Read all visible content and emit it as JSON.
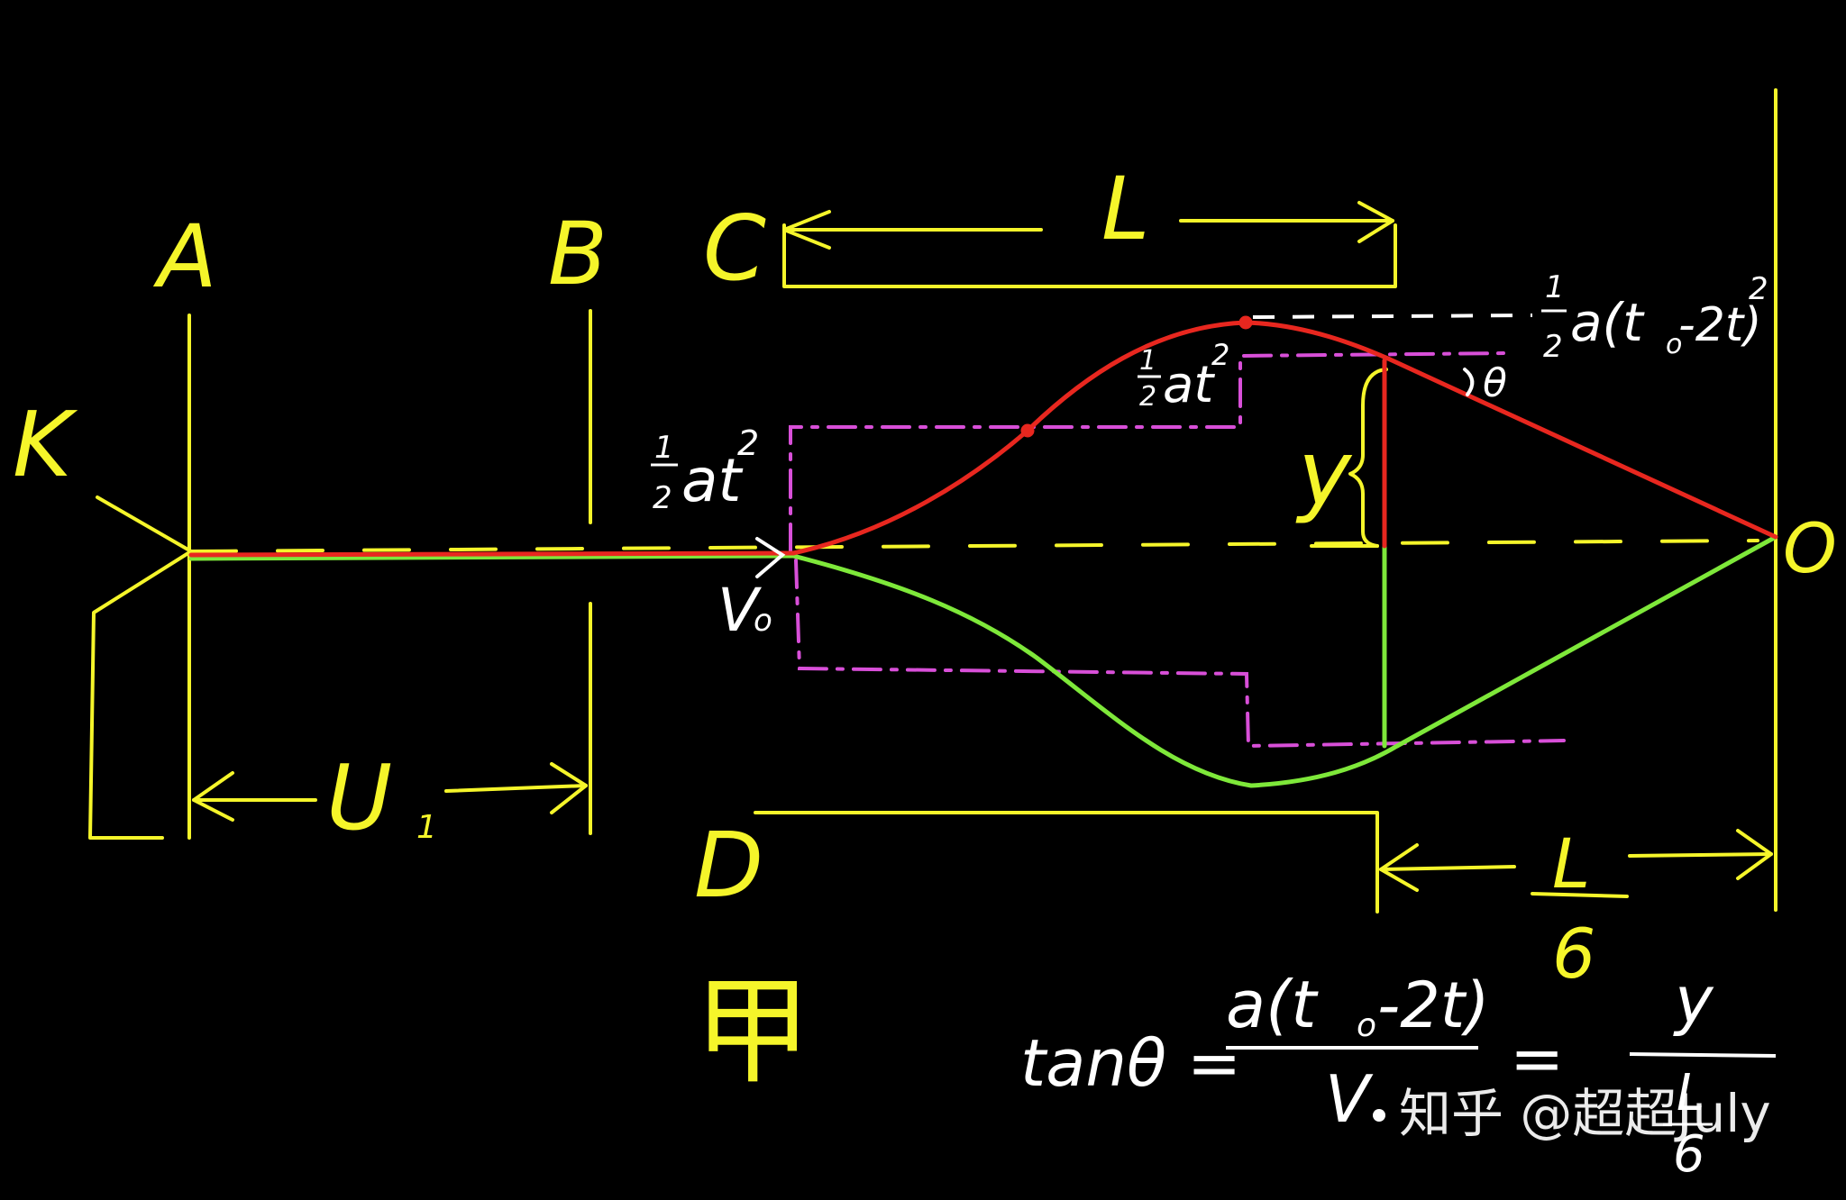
{
  "labels": {
    "A": "A",
    "B": "B",
    "C": "C",
    "D": "D",
    "K": "K",
    "O": "O",
    "L_top": "L",
    "U1": "U",
    "U1_sub": "1",
    "v0": "V",
    "v0_sub": "o",
    "half_at2_left": "at",
    "half_at2_mid": "at",
    "exp2": "2",
    "half_num": "1",
    "half_den": "2",
    "half_a_t0_2t_sq": "a(t",
    "half_a_t0_2t_sq_tail": "-2t)",
    "theta": "θ",
    "y": "y",
    "L_frac_num": "L",
    "L_frac_den": "6",
    "jia": "甲"
  },
  "formula": {
    "lhs": "tanθ =",
    "num": "a(t",
    "num_tail": "-2t)",
    "den": "V",
    "eq": "=",
    "rhs_num": "y",
    "rhs_den_num": "L",
    "rhs_den_den": "6"
  },
  "watermark": "知乎 @超超July",
  "colors": {
    "background": "#000000",
    "plates": "#f5f52a",
    "upper_path": "#e8271f",
    "lower_path": "#7ee83a",
    "guides": "#d84fd8",
    "labels_white": "#ffffff"
  }
}
